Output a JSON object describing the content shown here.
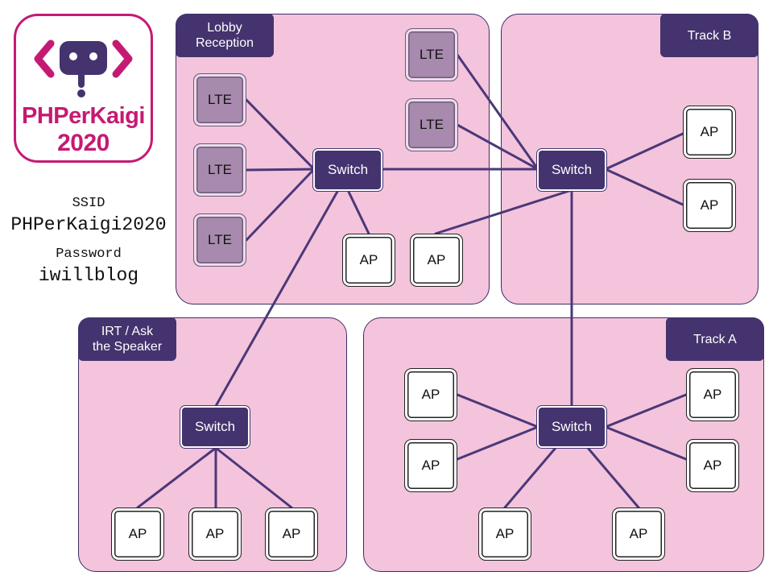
{
  "logo": {
    "line1": "PHPerKaigi",
    "line2": "2020",
    "brand_color": "#c51a73",
    "accent_color": "#44336e",
    "icon": "chat-bubble-question-icon"
  },
  "credentials": {
    "ssid_label": "SSID",
    "ssid_value": "PHPerKaigi2020",
    "password_label": "Password",
    "password_value": "iwillblog"
  },
  "zones": {
    "lobby": "Lobby\nReception",
    "track_b": "Track B",
    "irt": "IRT / Ask\nthe Speaker",
    "track_a": "Track A"
  },
  "labels": {
    "switch": "Switch",
    "ap": "AP",
    "lte": "LTE"
  },
  "colors": {
    "zone_fill": "#f4c4dc",
    "switch_fill": "#44336e",
    "lte_fill": "#a78aad",
    "link": "#4b3878"
  }
}
